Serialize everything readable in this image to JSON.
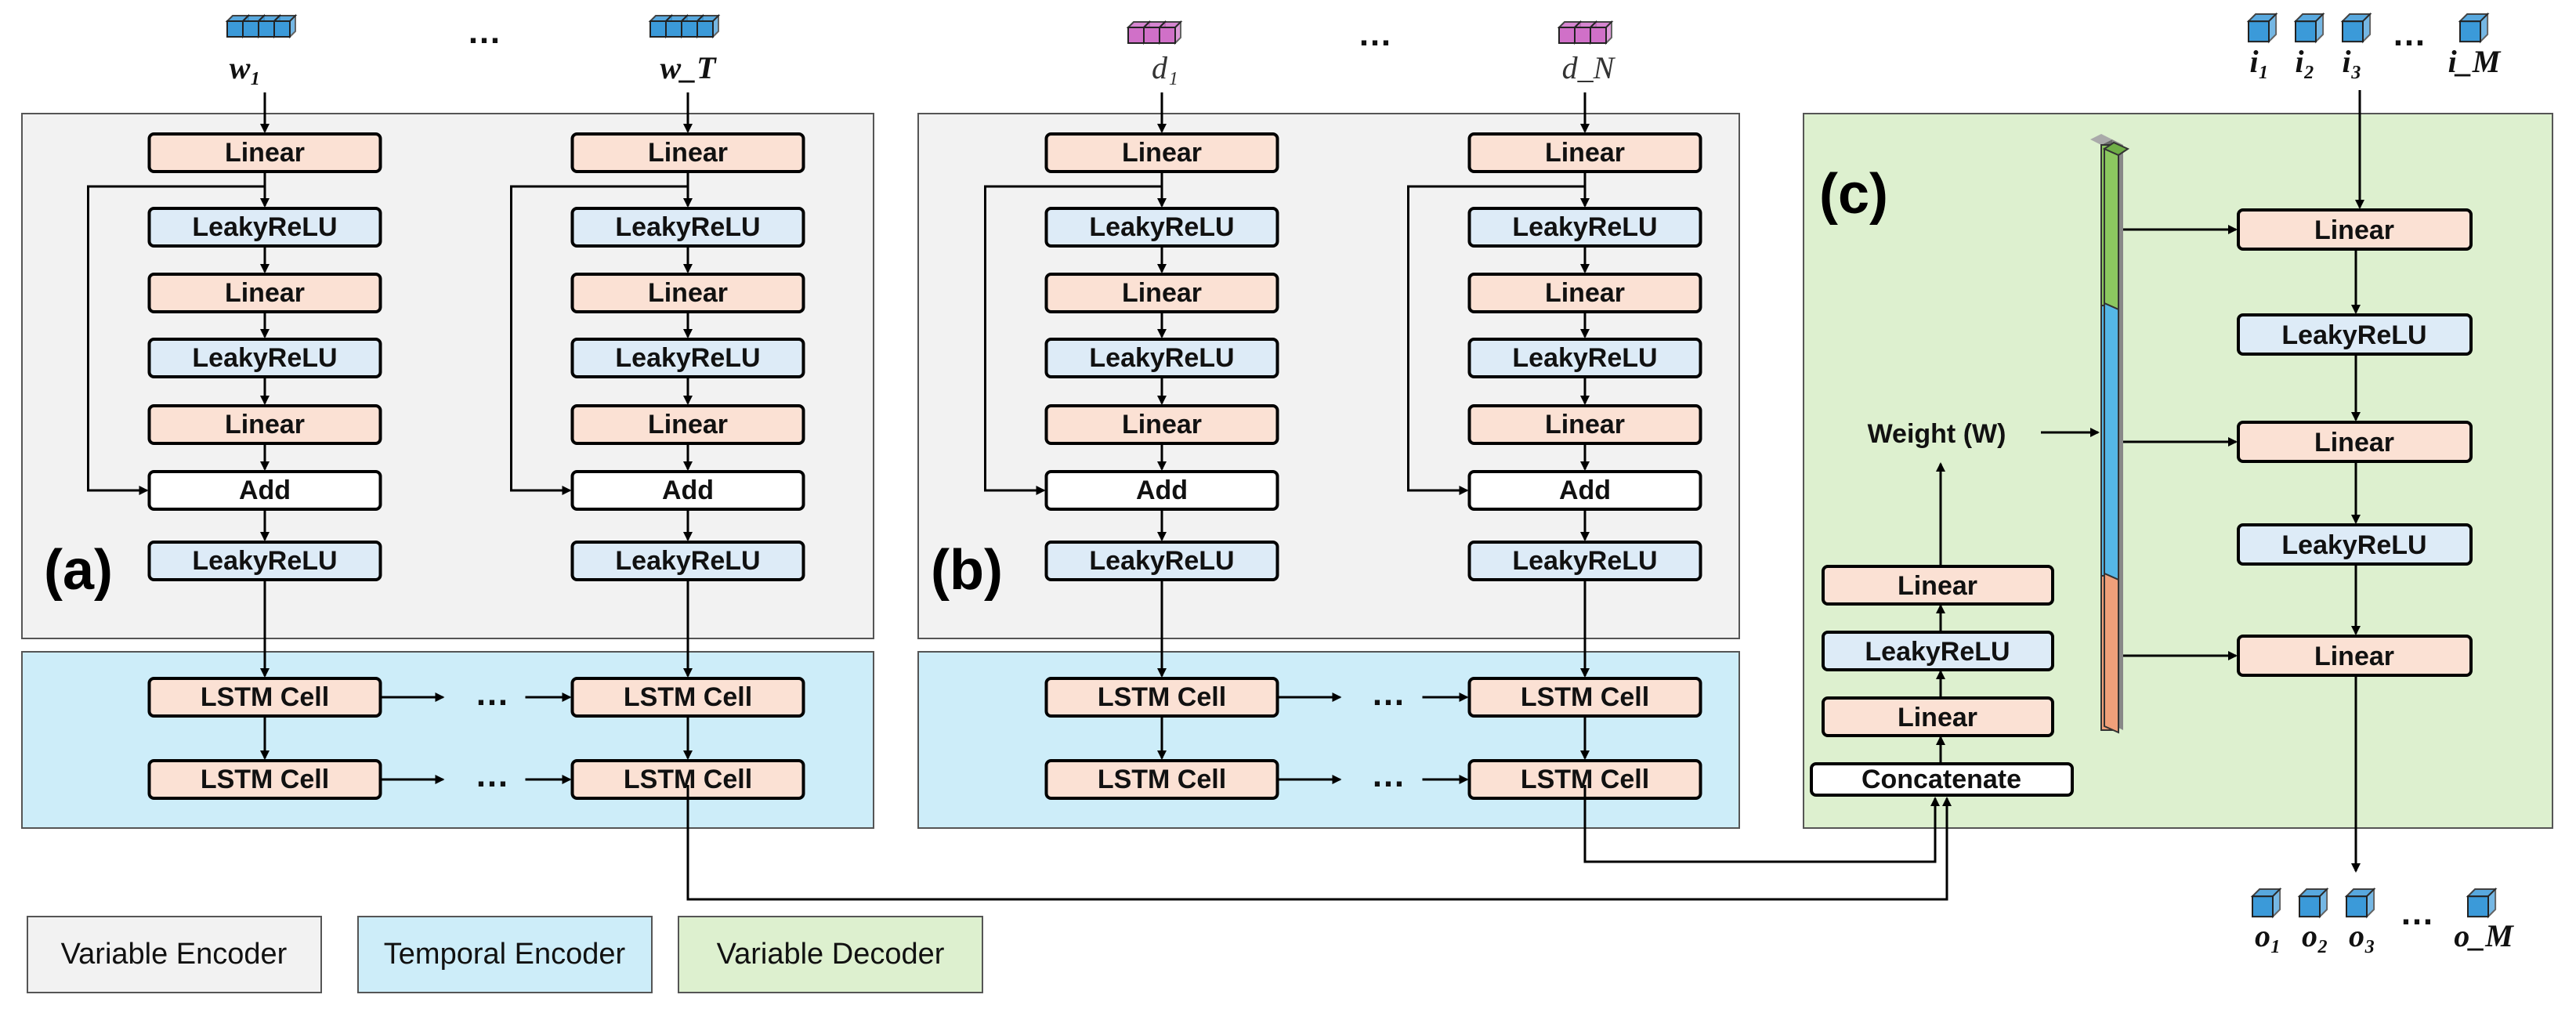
{
  "colors": {
    "encoder_panel": "#F2F2F2",
    "temporal_panel": "#CDEDF9",
    "decoder_panel": "#DDF0CF",
    "linear_box": "#FBE1D4",
    "leaky_box": "#DDEBF7",
    "white_box": "#FFFFFF",
    "input_cube_blue": "#3B9AD9",
    "input_cube_magenta": "#D070C8",
    "weight_green": "#8CC760",
    "weight_blue": "#55B7E6",
    "weight_orange": "#F0A07A"
  },
  "panels": {
    "a_label": "(a)",
    "b_label": "(b)",
    "c_label": "(c)"
  },
  "blocks": {
    "linear": "Linear",
    "leaky": "LeakyReLU",
    "add": "Add",
    "lstm": "LSTM Cell",
    "concat": "Concatenate"
  },
  "inputs": {
    "w_first": "w₁",
    "w_last": "w_T",
    "d_first": "d₁",
    "d_last": "d_N",
    "i1": "i₁",
    "i2": "i₂",
    "i3": "i₃",
    "iM": "i_M",
    "o1": "o₁",
    "o2": "o₂",
    "o3": "o₃",
    "oM": "o_M",
    "ellipsis": "…"
  },
  "weight_label": "Weight (W)",
  "legend": {
    "variable_encoder": "Variable Encoder",
    "temporal_encoder": "Temporal Encoder",
    "variable_decoder": "Variable Decoder"
  }
}
